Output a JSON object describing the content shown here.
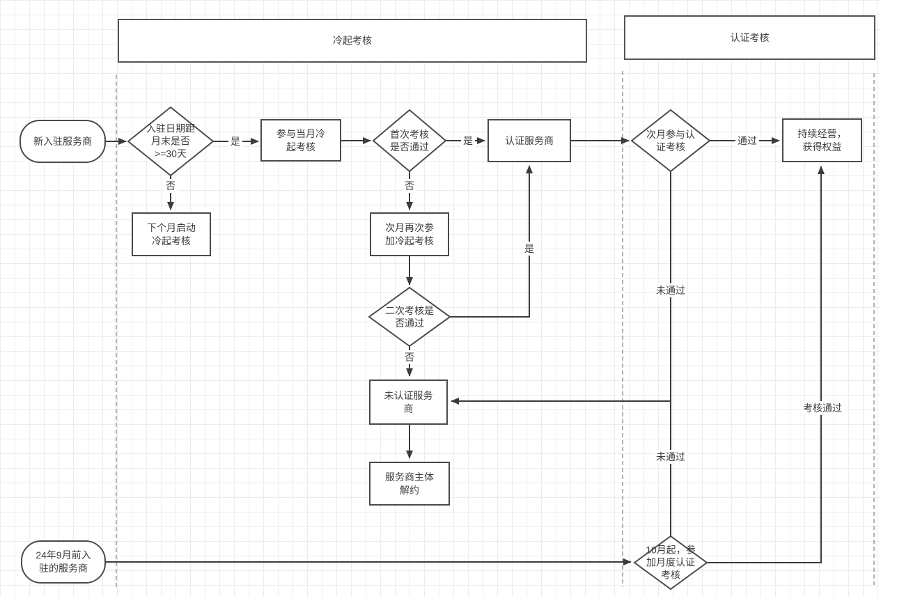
{
  "lanes": {
    "cold_start": "冷起考核",
    "certification": "认证考核"
  },
  "nodes": {
    "new_provider": "新入驻服务商",
    "days_check": "入驻日期距\n月末是否\n>=30天",
    "join_current": "参与当月冷\n起考核",
    "first_check": "首次考核\n是否通过",
    "certified": "认证服务商",
    "next_month_cert": "次月参与认\n证考核",
    "sustain": "持续经营，\n获得权益",
    "next_month_start": "下个月启动\n冷起考核",
    "retry_cold": "次月再次参\n加冷起考核",
    "second_check": "二次考核是\n否通过",
    "uncertified": "未认证服务\n商",
    "terminate": "服务商主体\n解约",
    "old_provider": "24年9月前入\n驻的服务商",
    "monthly_cert": "10月起，参\n加月度认证\n考核"
  },
  "edge_labels": {
    "days_yes": "是",
    "days_no": "否",
    "first_yes": "是",
    "first_no": "否",
    "cert_pass": "通过",
    "cert_fail": "未通过",
    "second_yes": "是",
    "second_no": "否",
    "monthly_fail": "未通过",
    "monthly_pass": "考核通过"
  },
  "colors": {
    "line": "#3b3b3b",
    "border": "#4a4a4a",
    "text": "#3d3d3d",
    "grid": "#ececec",
    "background": "#ffffff"
  }
}
